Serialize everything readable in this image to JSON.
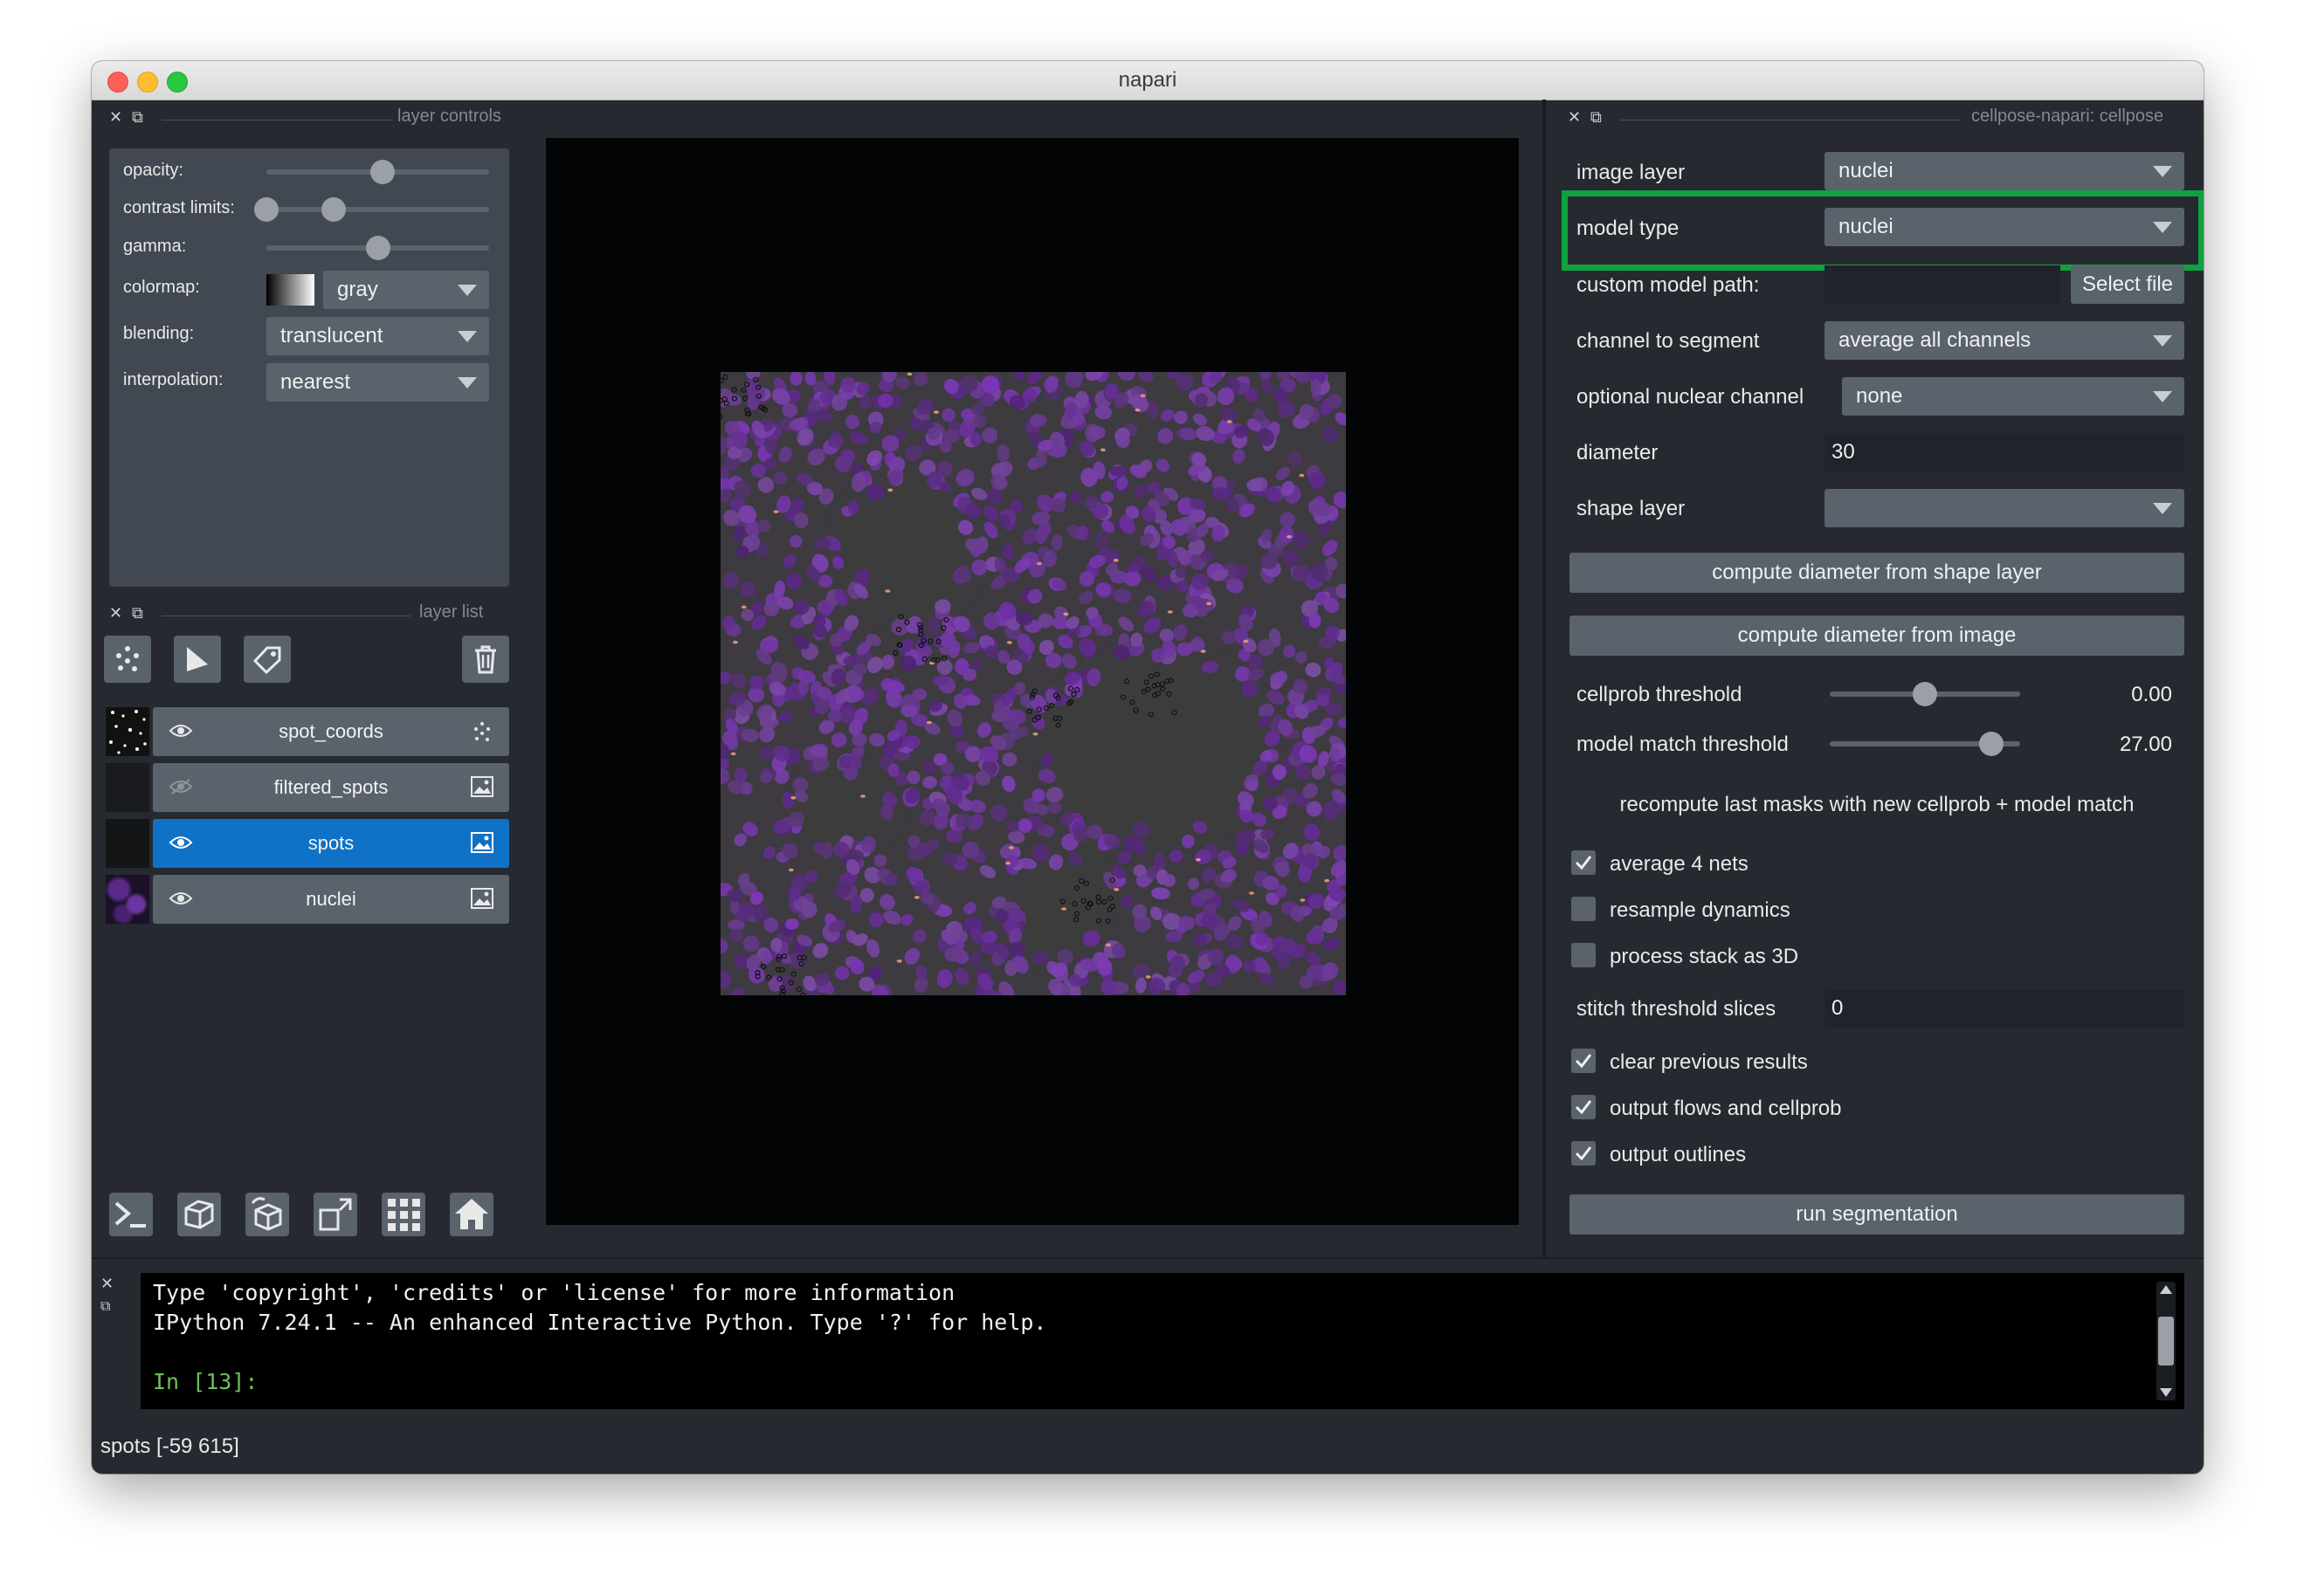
{
  "window": {
    "title": "napari"
  },
  "layer_controls": {
    "title": "layer controls",
    "opacity_label": "opacity:",
    "opacity_value": 0.52,
    "contrast_label": "contrast limits:",
    "contrast_min": 0.0,
    "contrast_max": 0.3,
    "gamma_label": "gamma:",
    "gamma_value": 0.5,
    "colormap_label": "colormap:",
    "colormap_value": "gray",
    "blending_label": "blending:",
    "blending_value": "translucent",
    "interpolation_label": "interpolation:",
    "interpolation_value": "nearest"
  },
  "layer_list": {
    "title": "layer list",
    "layers": [
      {
        "name": "spot_coords",
        "visible": true,
        "type": "points",
        "selected": false
      },
      {
        "name": "filtered_spots",
        "visible": false,
        "type": "image",
        "selected": false
      },
      {
        "name": "spots",
        "visible": true,
        "type": "image",
        "selected": true
      },
      {
        "name": "nuclei",
        "visible": true,
        "type": "image",
        "selected": false
      }
    ]
  },
  "tool_icons": [
    "new-points-layer-icon",
    "new-shapes-layer-icon",
    "new-labels-layer-icon",
    "delete-layer-icon"
  ],
  "bottom_icons": [
    "console-icon",
    "ndisplay-icon",
    "roll-dims-icon",
    "transpose-dims-icon",
    "grid-icon",
    "home-icon"
  ],
  "cellpose": {
    "title": "cellpose-napari: cellpose",
    "image_layer_label": "image layer",
    "image_layer_value": "nuclei",
    "model_type_label": "model type",
    "model_type_value": "nuclei",
    "custom_model_label": "custom model path:",
    "custom_model_value": "",
    "select_file": "Select file",
    "channel_label": "channel to segment",
    "channel_value": "average all channels",
    "nuclear_label": "optional nuclear channel",
    "nuclear_value": "none",
    "diameter_label": "diameter",
    "diameter_value": "30",
    "shape_label": "shape layer",
    "shape_value": "",
    "compute_shape_btn": "compute diameter from shape layer",
    "compute_image_btn": "compute diameter from image",
    "cellprob_label": "cellprob threshold",
    "cellprob_value": "0.00",
    "cellprob_fraction": 0.5,
    "match_label": "model match threshold",
    "match_value": "27.00",
    "match_fraction": 0.85,
    "recompute_label": "recompute last masks with new cellprob + model match",
    "avg_nets": "average 4 nets",
    "avg_nets_checked": true,
    "resample": "resample dynamics",
    "resample_checked": false,
    "stack3d": "process stack as 3D",
    "stack3d_checked": false,
    "stitch_label": "stitch threshold slices",
    "stitch_value": "0",
    "clear_prev": "clear previous results",
    "clear_prev_checked": true,
    "output_flows": "output flows and cellprob",
    "output_flows_checked": true,
    "output_outlines": "output outlines",
    "output_outlines_checked": true,
    "run_btn": "run segmentation",
    "highlight_color": "#0fa241"
  },
  "console": {
    "line1": "Type 'copyright', 'credits' or 'license' for more information",
    "line2": "IPython 7.24.1 -- An enhanced Interactive Python. Type '?' for help.",
    "prompt": "In [13]:",
    "prompt_color": "#6ec05a"
  },
  "status": {
    "text": "spots [-59 615]"
  }
}
